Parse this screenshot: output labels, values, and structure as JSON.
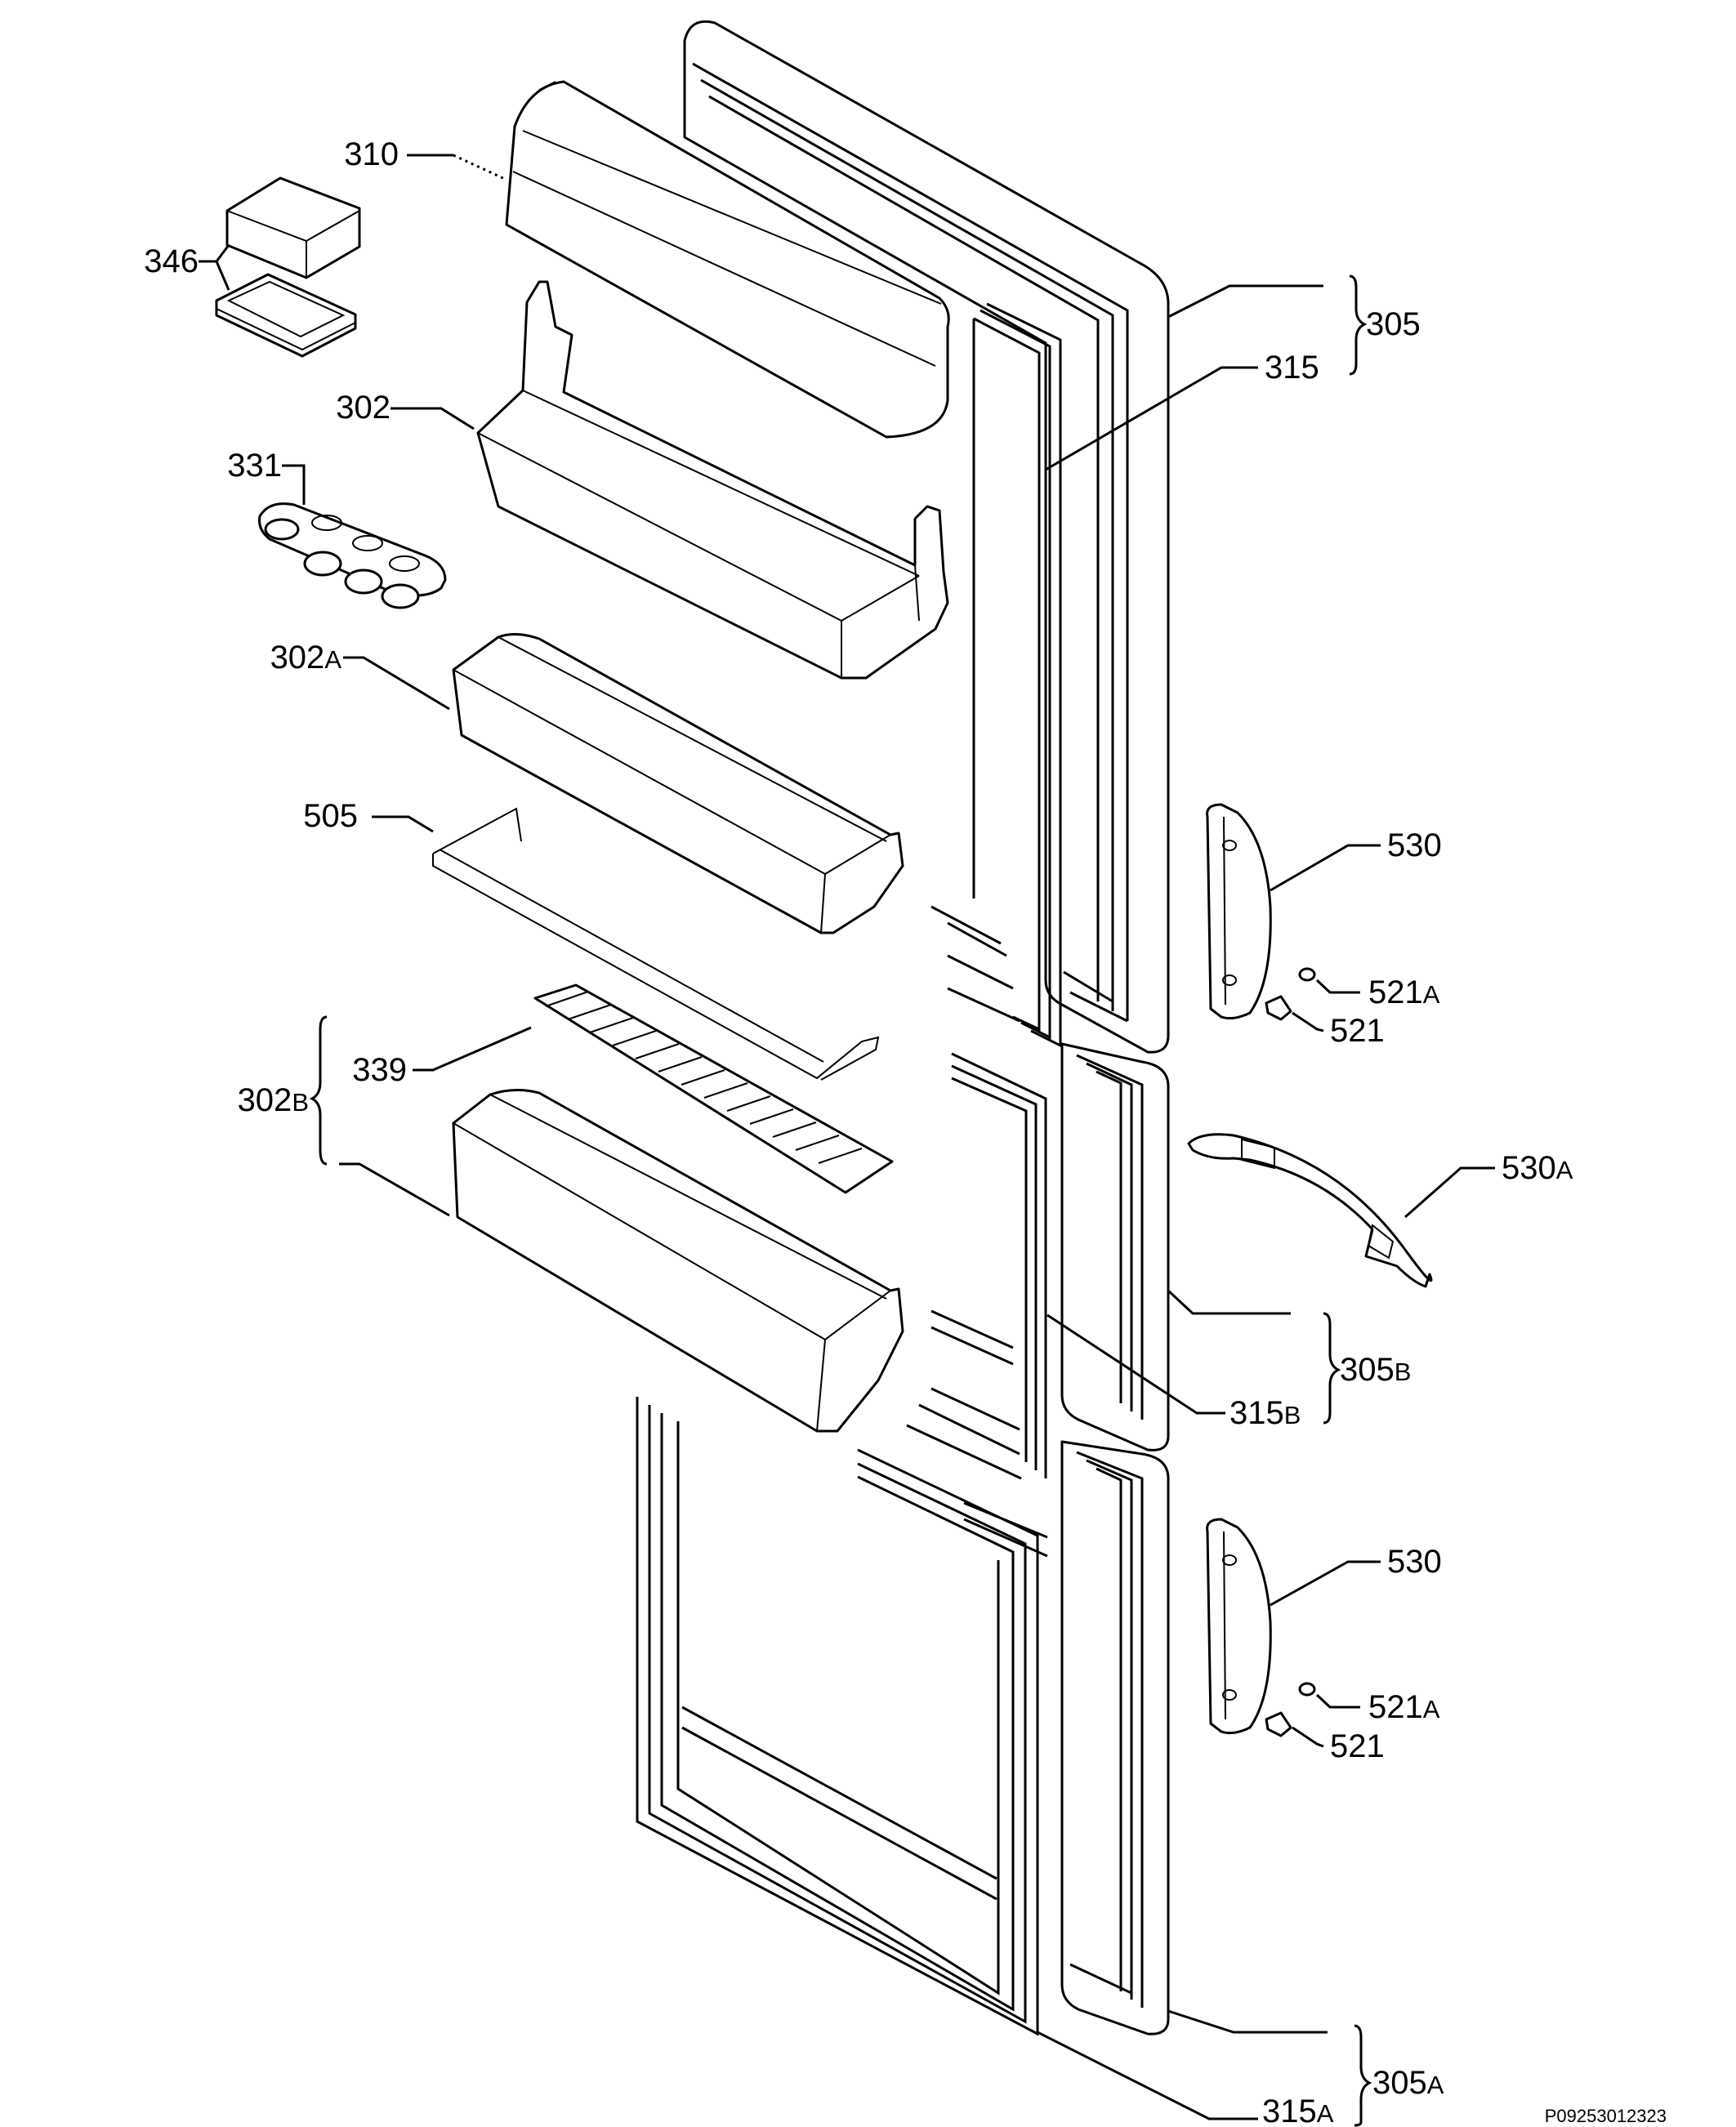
{
  "diagram": {
    "reference_code": "P09253012323",
    "labels": {
      "p310": {
        "number": "310",
        "suffix": ""
      },
      "p346": {
        "number": "346",
        "suffix": ""
      },
      "p302": {
        "number": "302",
        "suffix": ""
      },
      "p331": {
        "number": "331",
        "suffix": ""
      },
      "p302a": {
        "number": "302",
        "suffix": "A"
      },
      "p505": {
        "number": "505",
        "suffix": ""
      },
      "p339": {
        "number": "339",
        "suffix": ""
      },
      "p302b": {
        "number": "302",
        "suffix": "B"
      },
      "p305": {
        "number": "305",
        "suffix": ""
      },
      "p315": {
        "number": "315",
        "suffix": ""
      },
      "p530_top": {
        "number": "530",
        "suffix": ""
      },
      "p521a_top": {
        "number": "521",
        "suffix": "A"
      },
      "p521_top": {
        "number": "521",
        "suffix": ""
      },
      "p530a": {
        "number": "530",
        "suffix": "A"
      },
      "p305b": {
        "number": "305",
        "suffix": "B"
      },
      "p315b": {
        "number": "315",
        "suffix": "B"
      },
      "p530_bottom": {
        "number": "530",
        "suffix": ""
      },
      "p521a_bottom": {
        "number": "521",
        "suffix": "A"
      },
      "p521_bottom": {
        "number": "521",
        "suffix": ""
      },
      "p305a": {
        "number": "305",
        "suffix": "A"
      },
      "p315a": {
        "number": "315",
        "suffix": "A"
      }
    }
  }
}
